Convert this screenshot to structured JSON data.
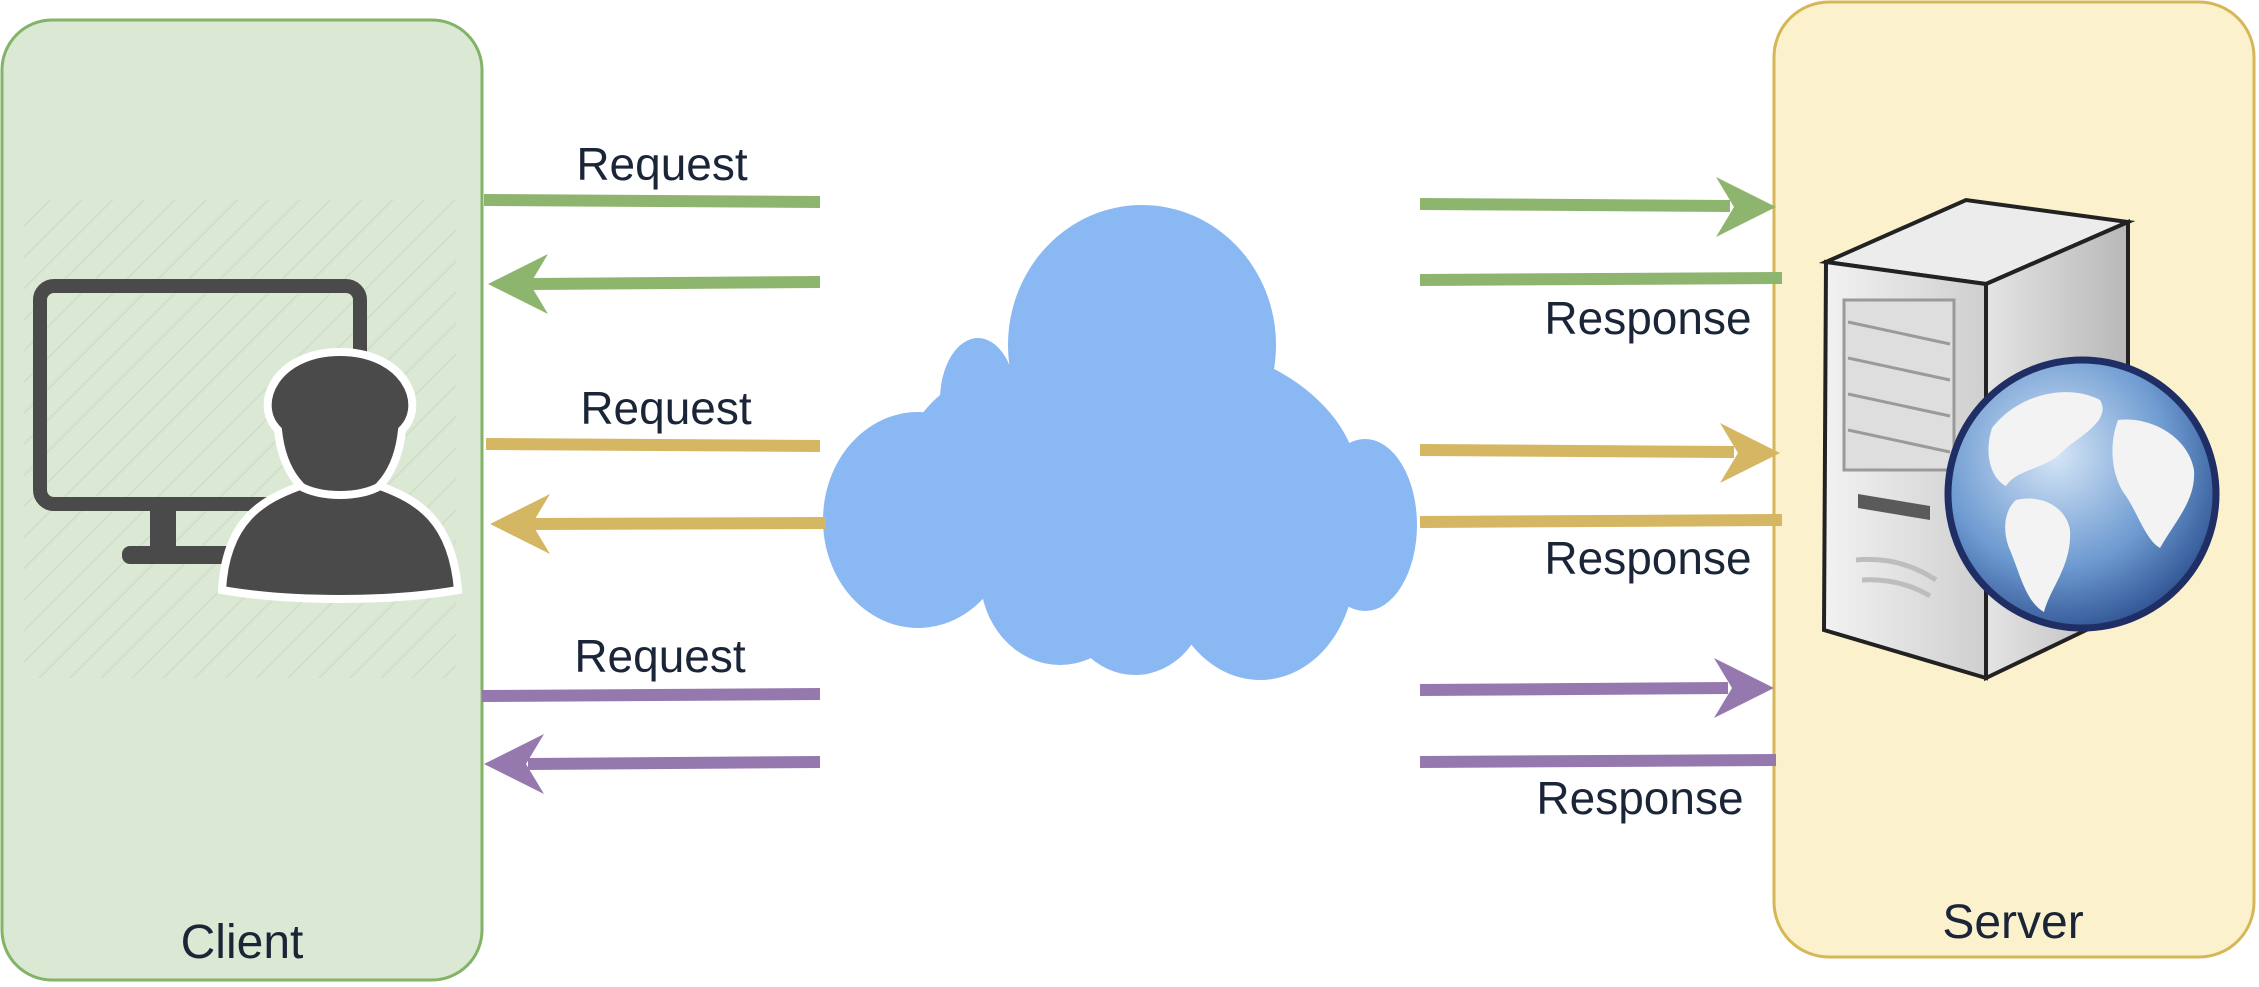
{
  "client": {
    "label": "Client",
    "fill": "#dae8d4",
    "stroke": "#82b366"
  },
  "server": {
    "label": "Server",
    "fill": "#fcf1cd",
    "stroke": "#d6b656"
  },
  "cloud": {
    "fill": "#8ab8f2",
    "icon": "cloud-icon"
  },
  "flows": [
    {
      "request_label": "Request",
      "response_label": "Response",
      "color": "#8db56e"
    },
    {
      "request_label": "Request",
      "response_label": "Response",
      "color": "#d4b663"
    },
    {
      "request_label": "Request",
      "response_label": "Response",
      "color": "#9578ad"
    }
  ],
  "icons": {
    "client": "user-at-computer-icon",
    "server": "web-server-globe-icon"
  }
}
